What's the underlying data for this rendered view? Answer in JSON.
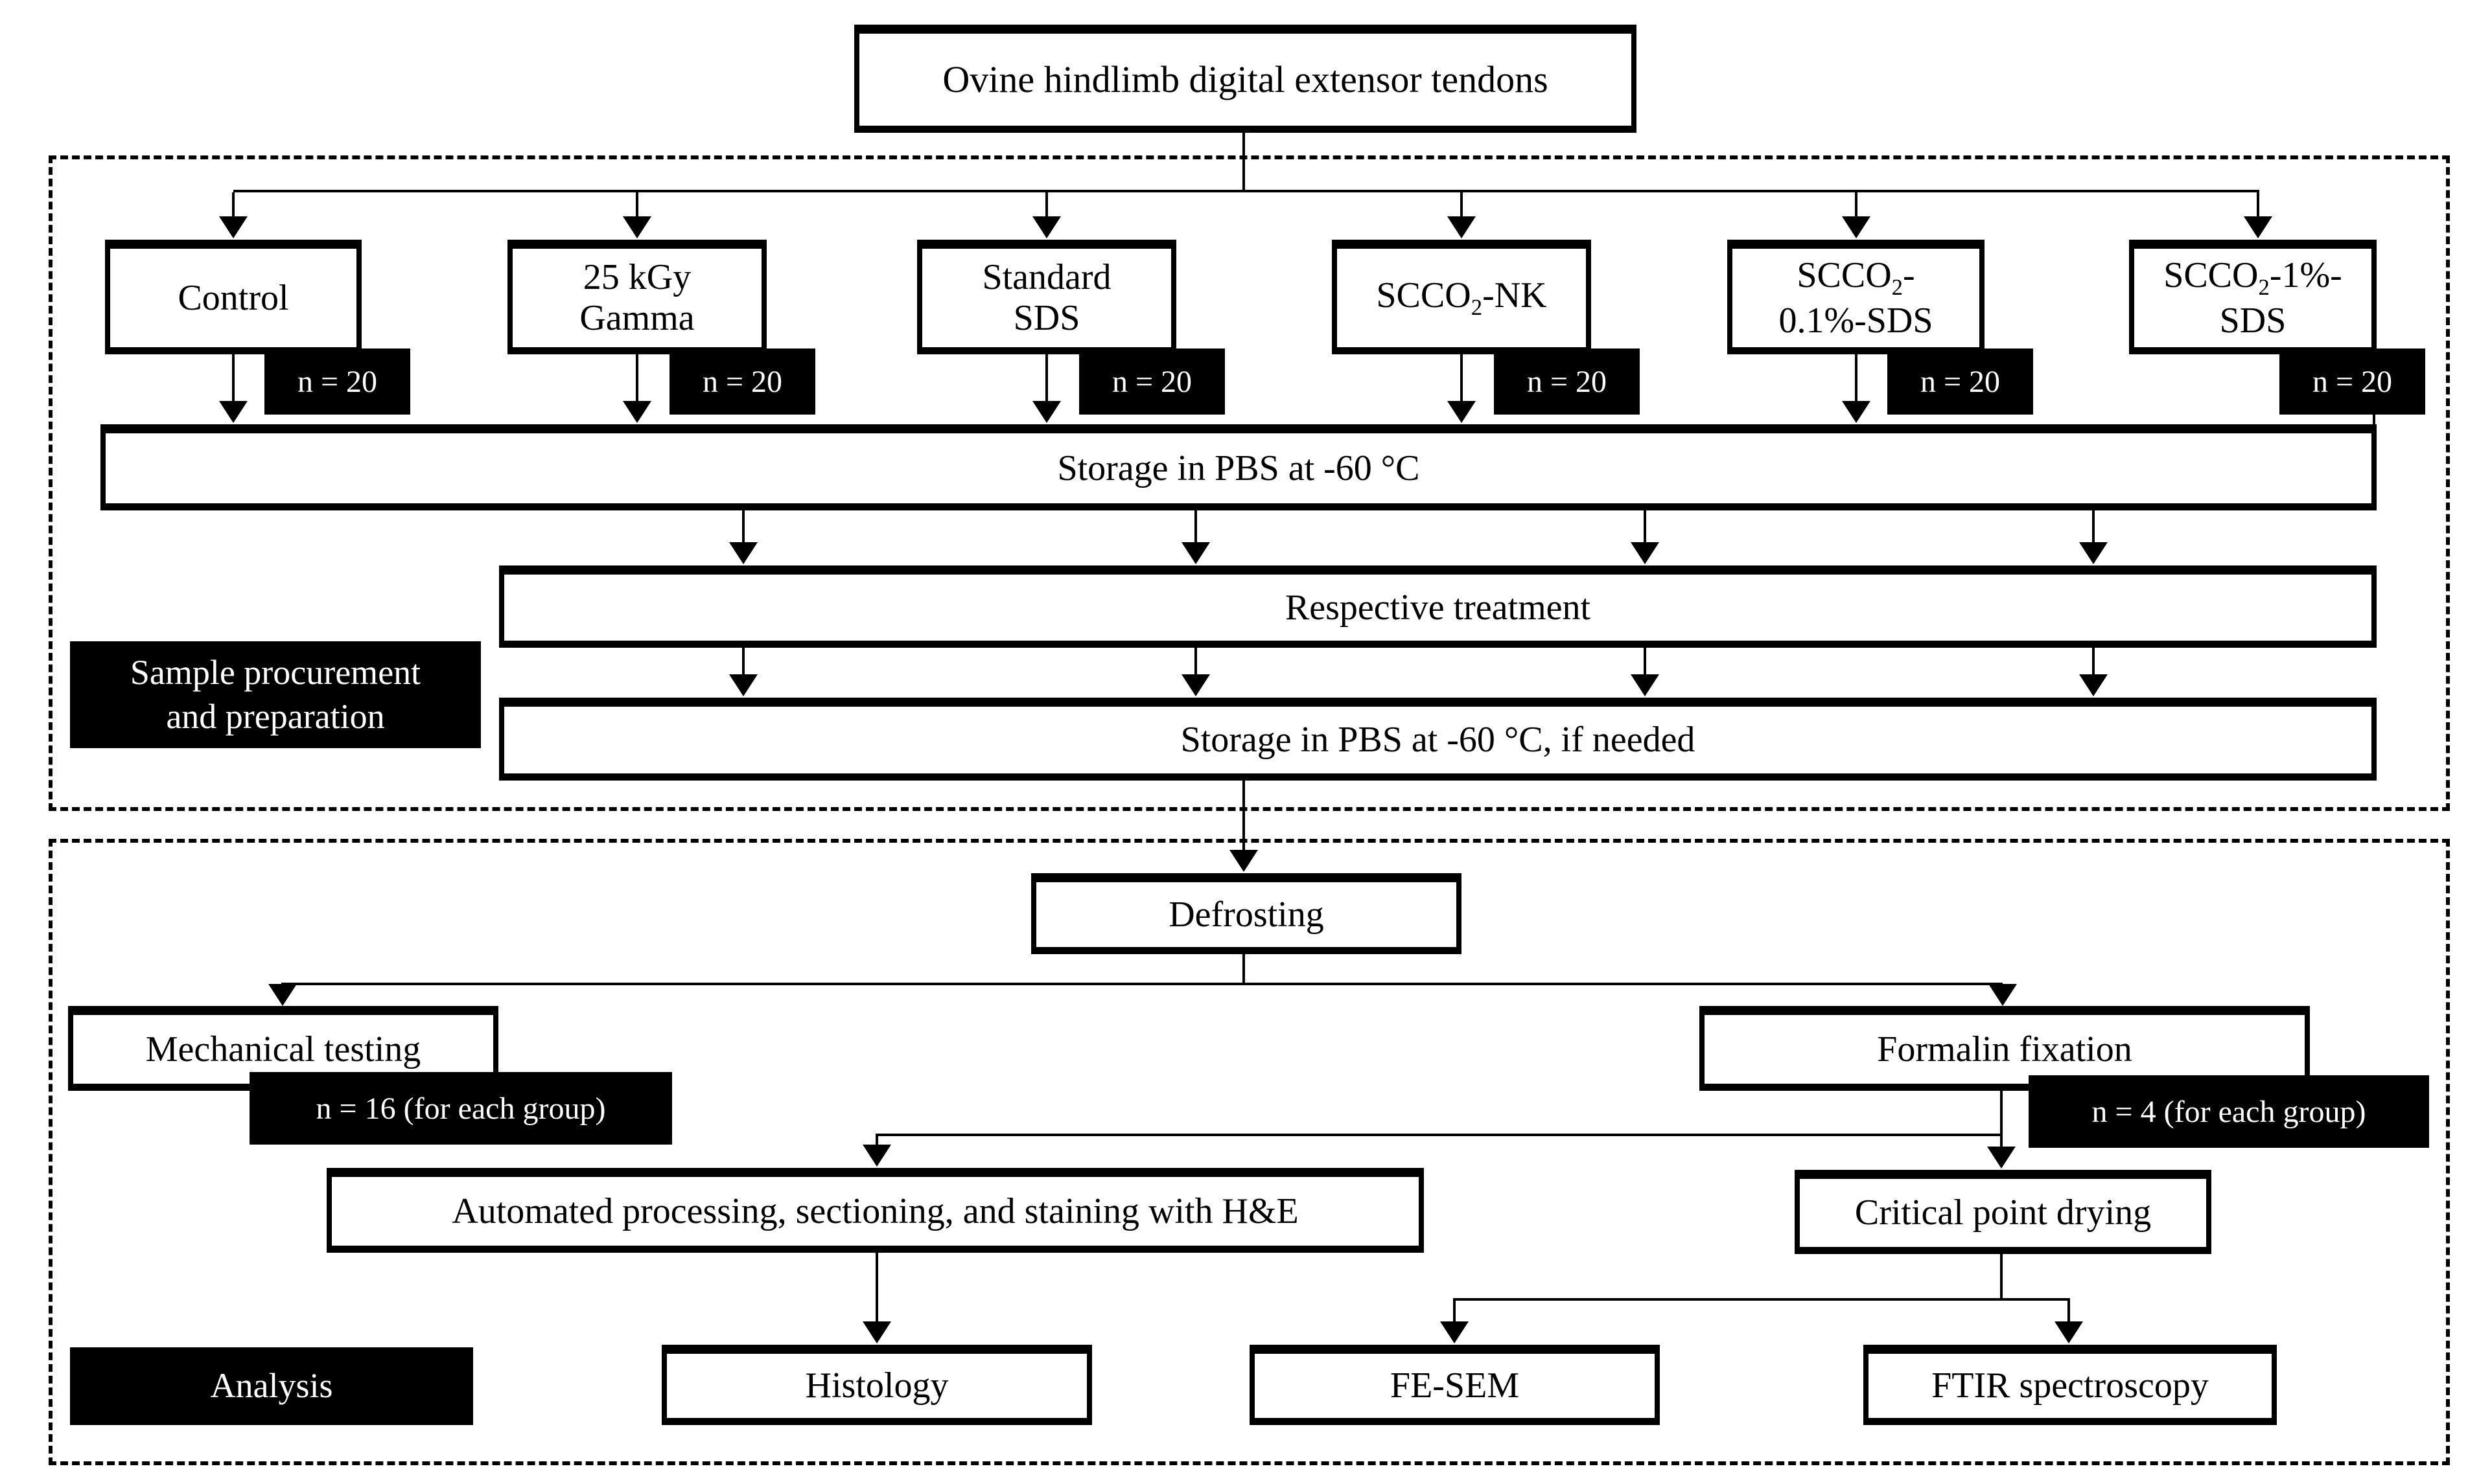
{
  "root": {
    "label": "Ovine hindlimb digital extensor tendons"
  },
  "groups": [
    {
      "label_html": "Control",
      "n": "n = 20"
    },
    {
      "label_html": "25 kGy<br>Gamma",
      "n": "n = 20"
    },
    {
      "label_html": "Standard<br>SDS",
      "n": "n = 20"
    },
    {
      "label_html": "SCCO<sub>2</sub>-NK",
      "n": "n = 20"
    },
    {
      "label_html": "SCCO<sub>2</sub>-<br>0.1%-SDS",
      "n": "n = 20"
    },
    {
      "label_html": "SCCO<sub>2</sub>-1%-<br>SDS",
      "n": "n = 20"
    }
  ],
  "section1": {
    "border_label_html": "Sample procurement<br>and preparation",
    "storage1": "Storage in PBS at -60 °C",
    "respective": "Respective treatment",
    "storage2": "Storage in PBS at -60 °C, if needed"
  },
  "section2": {
    "analysis_label": "Analysis",
    "defrosting": "Defrosting",
    "mechanical": "Mechanical testing",
    "mechanical_n": "n = 16 (for each group)",
    "formalin": "Formalin fixation",
    "formalin_n": "n = 4 (for each group)",
    "automated": "Automated processing, sectioning, and staining with H&E",
    "critical": "Critical point drying",
    "histology": "Histology",
    "fesem": "FE-SEM",
    "ftir": "FTIR spectroscopy"
  },
  "colors": {
    "line": "#000000",
    "box_bg": "#ffffff",
    "badge_bg": "#000000",
    "badge_text": "#ffffff"
  }
}
